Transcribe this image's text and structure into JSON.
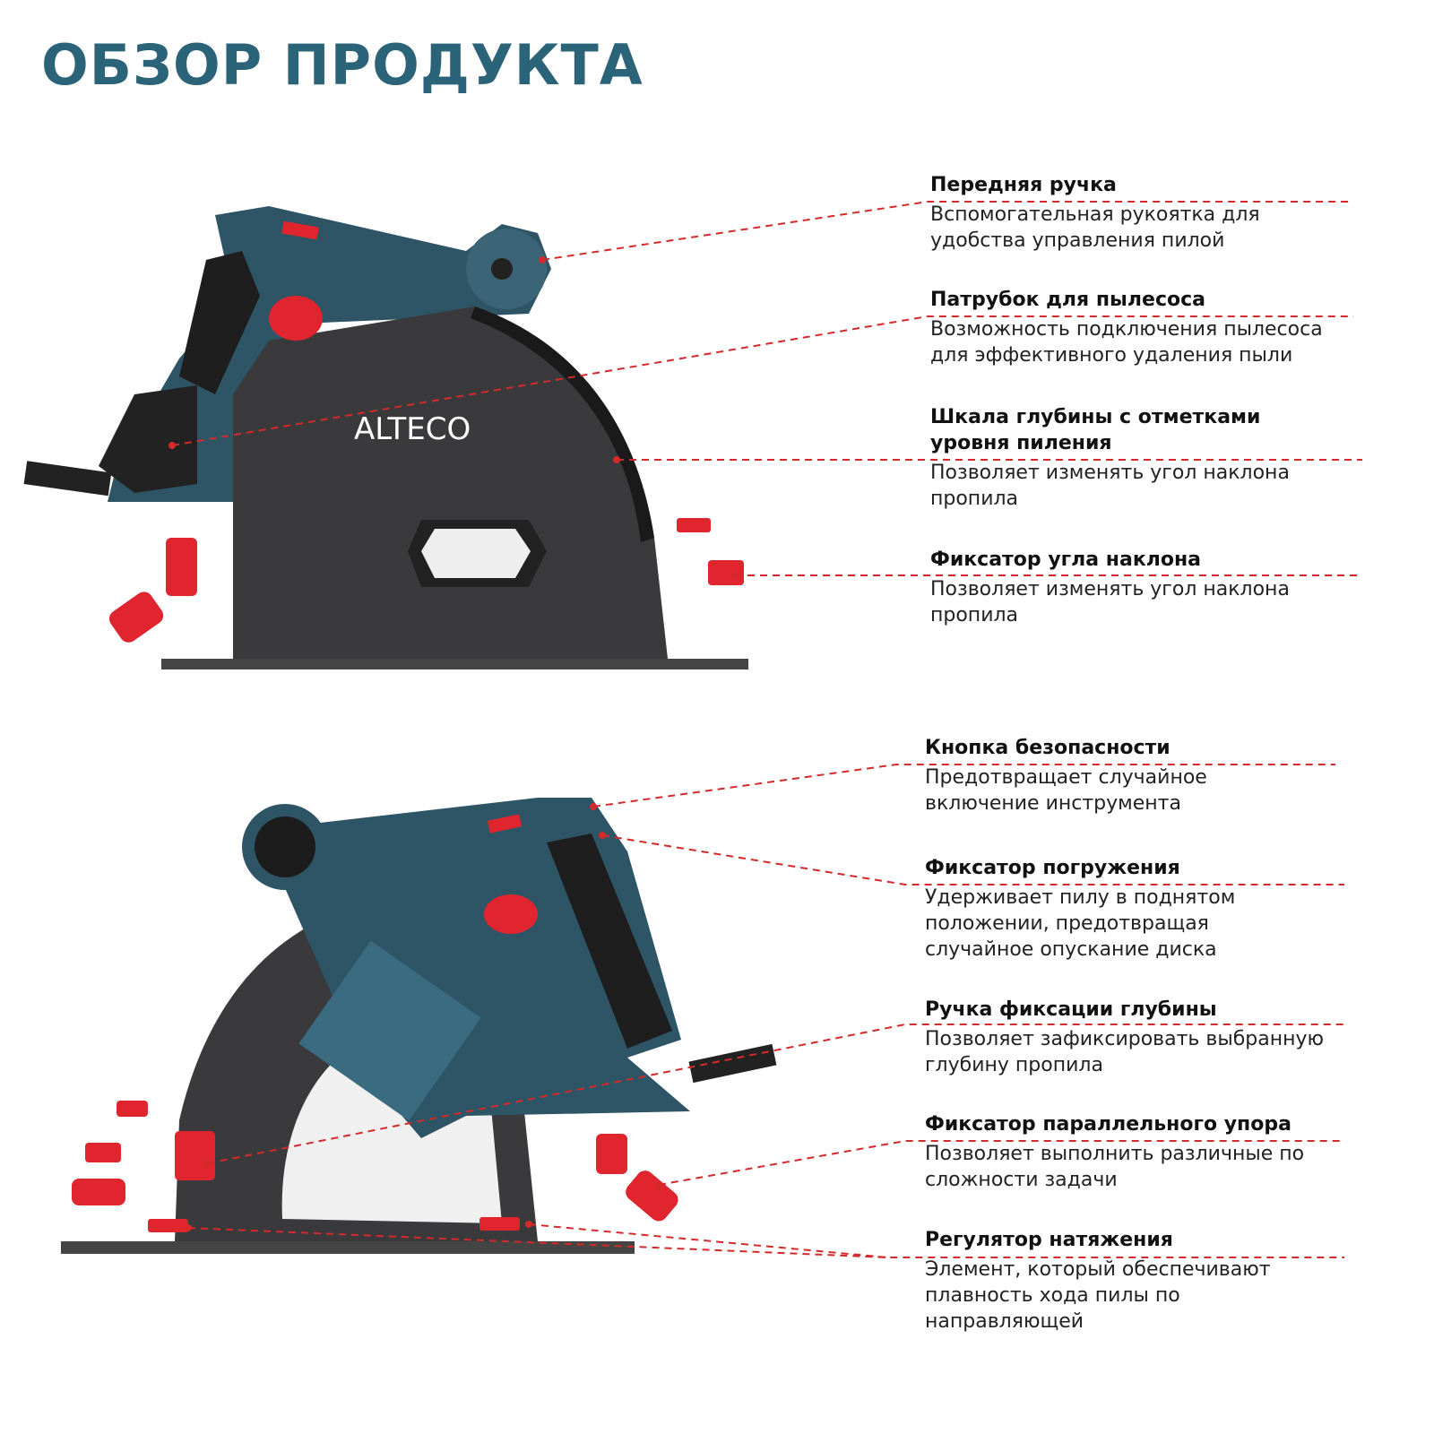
{
  "title": "ОБЗОР ПРОДУКТА",
  "brand": "ALTECO",
  "colors": {
    "accent": "#d42a2a",
    "title": "#2b6478",
    "body": "#2e5566",
    "housing": "#3a3a3c"
  },
  "callouts_top": [
    {
      "title": "Передняя ручка",
      "desc": [
        "Вспомогательная рукоятка для",
        "удобства управления пилой"
      ]
    },
    {
      "title": "Патрубок для пылесоса",
      "desc": [
        "Возможность подключения пылесоса",
        "для эффективного удаления пыли"
      ]
    },
    {
      "title": "Шкала глубины с отметками уровня пиления",
      "desc": [
        "Позволяет изменять угол наклона",
        "пропила"
      ]
    },
    {
      "title": "Фиксатор угла наклона",
      "desc": [
        "Позволяет изменять угол наклона",
        "пропила"
      ]
    }
  ],
  "callouts_bottom": [
    {
      "title": "Кнопка безопасности",
      "desc": [
        "Предотвращает случайное",
        "включение инструмента"
      ]
    },
    {
      "title": "Фиксатор погружения",
      "desc": [
        "Удерживает пилу в поднятом",
        "положении, предотвращая",
        "случайное опускание диска"
      ]
    },
    {
      "title": "Ручка фиксации глубины",
      "desc": [
        "Позволяет зафиксировать выбранную",
        "глубину пропила"
      ]
    },
    {
      "title": "Фиксатор параллельного упора",
      "desc": [
        "Позволяет выполнить различные по",
        "сложности задачи"
      ]
    },
    {
      "title": "Регулятор натяжения",
      "desc": [
        "Элемент, который обеспечивают",
        "плавность хода пилы по",
        "направляющей"
      ]
    }
  ]
}
